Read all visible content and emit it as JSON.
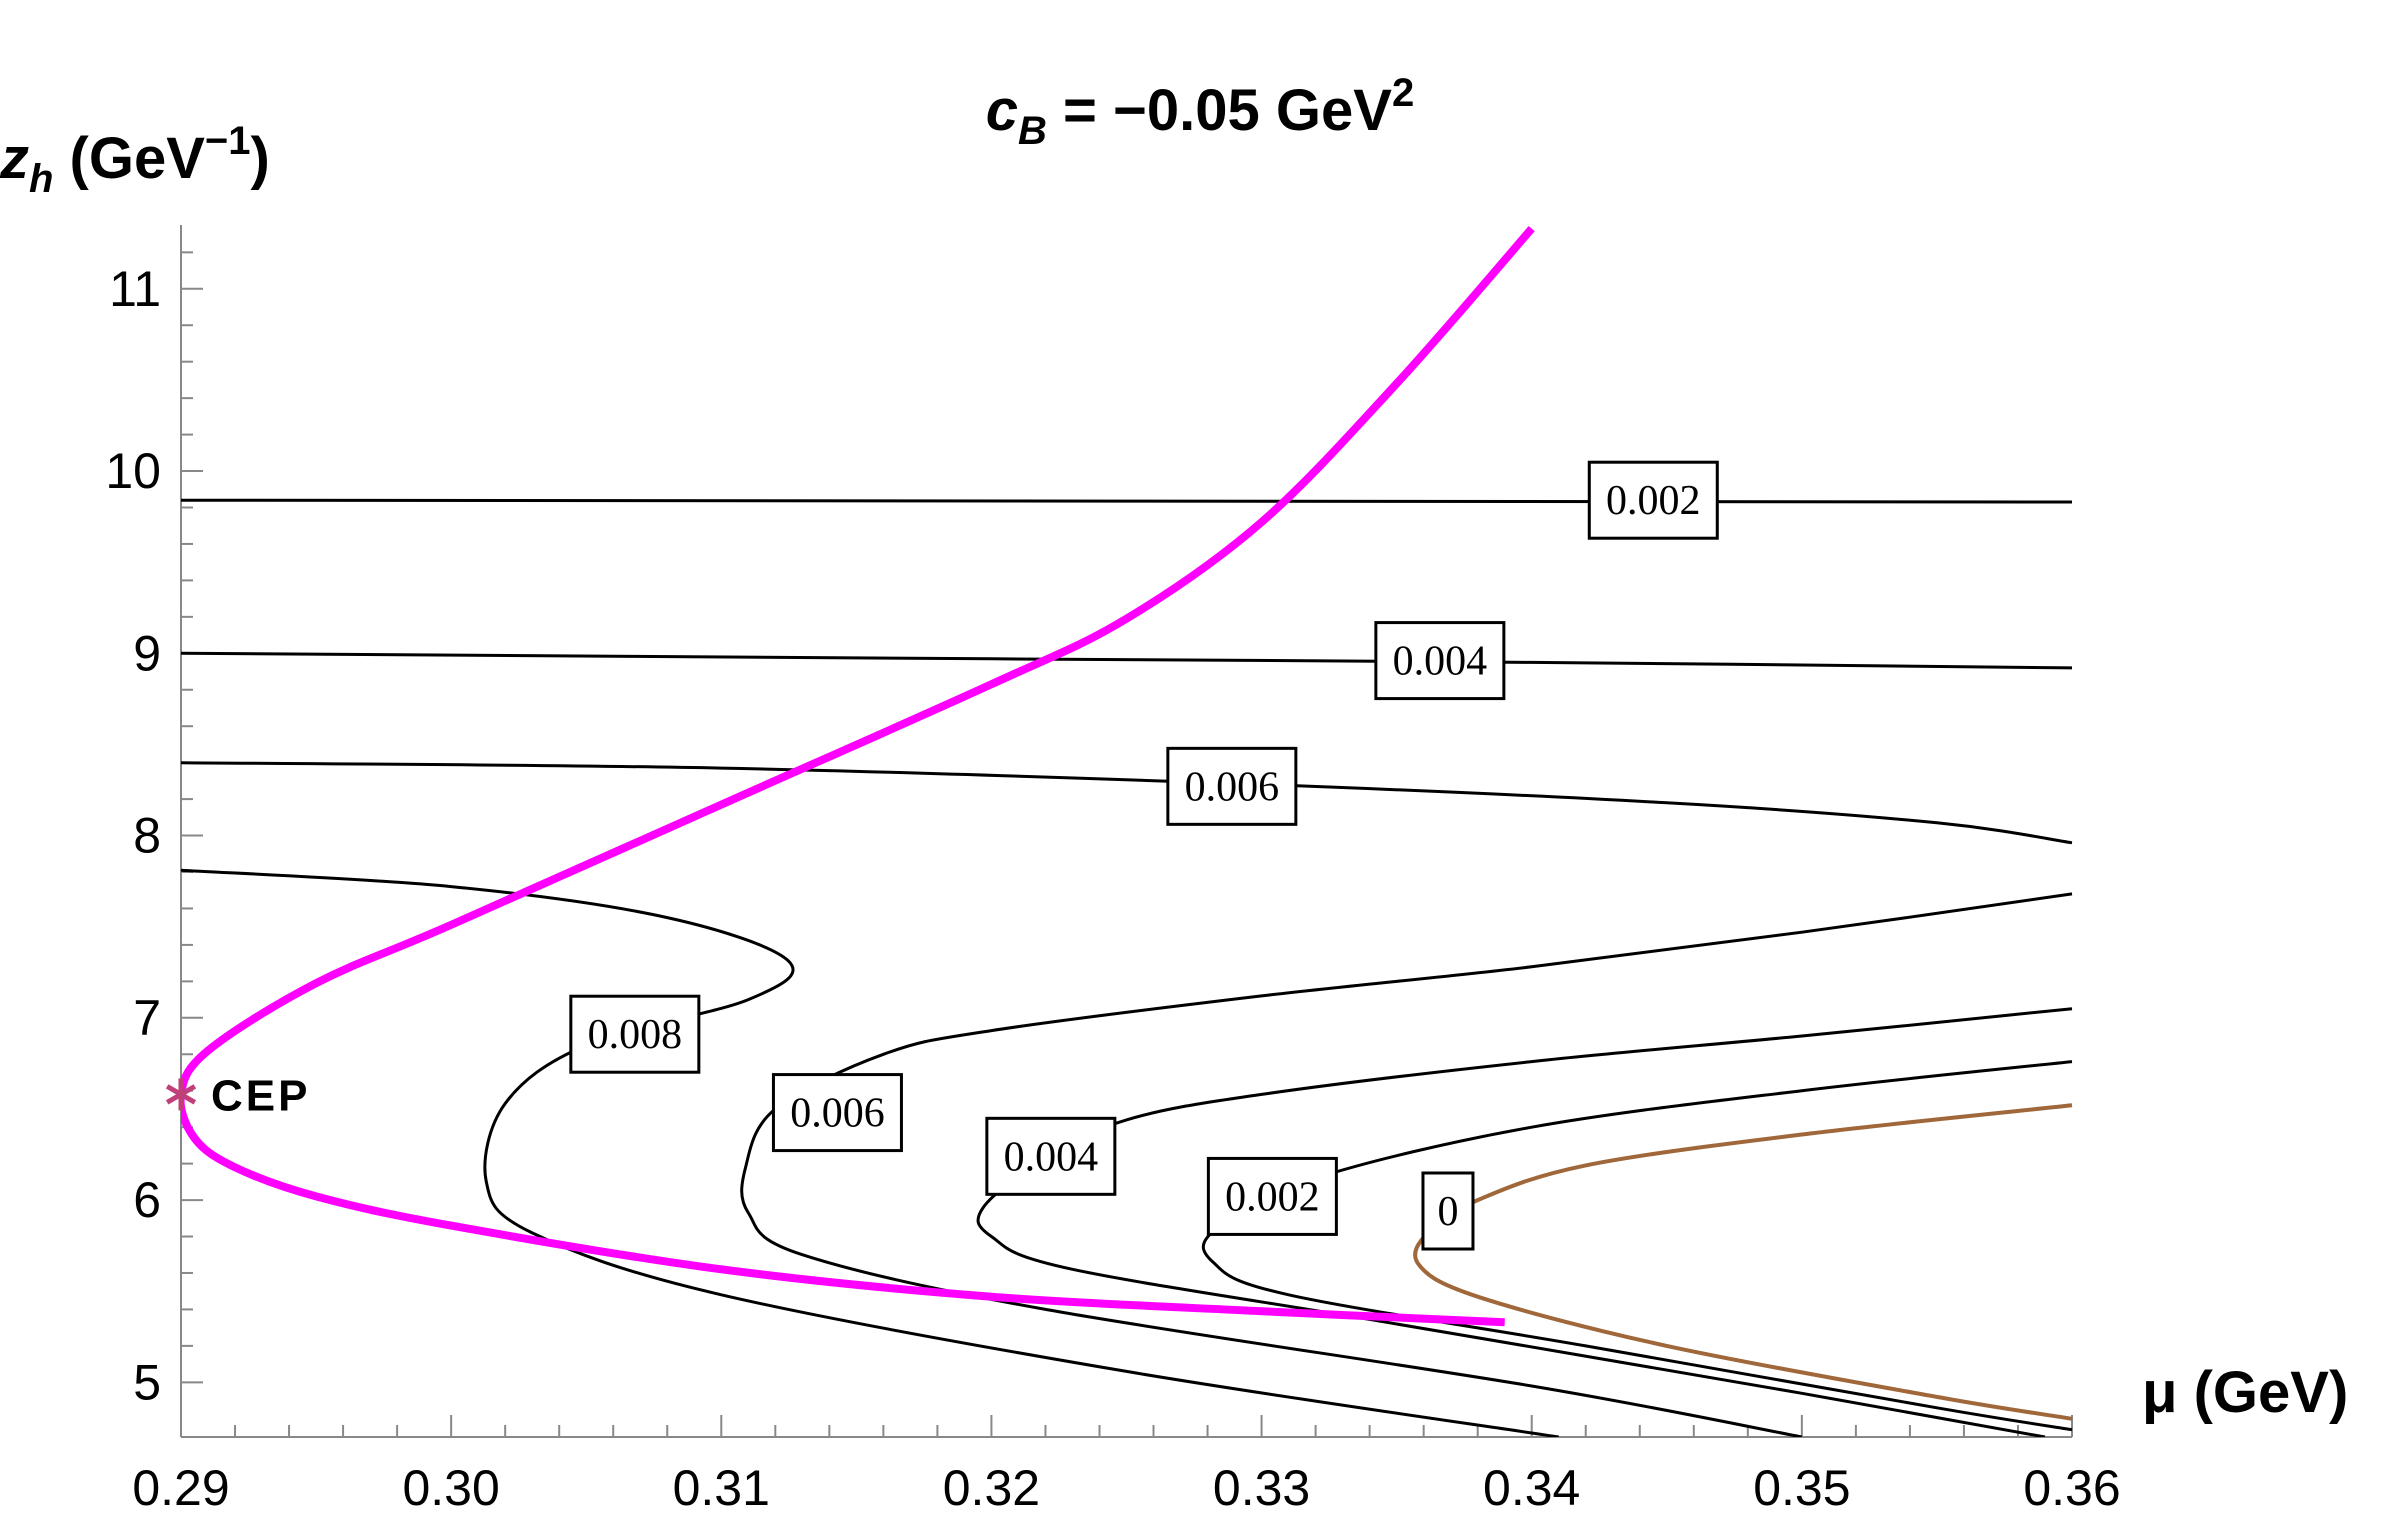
{
  "chart_data": {
    "type": "line",
    "title_parts": {
      "c": "c",
      "sub": "B",
      "eq": " = −0.05  GeV",
      "sup": "2"
    },
    "ylabel_parts": {
      "z": "z",
      "sub": "h",
      "unit": " (GeV",
      "sup": "−1",
      "close": ")"
    },
    "xlabel": "μ (GeV)",
    "xlim": [
      0.29,
      0.36
    ],
    "ylim": [
      4.7,
      11.35
    ],
    "xticks": [
      "0.29",
      "0.30",
      "0.31",
      "0.32",
      "0.33",
      "0.34",
      "0.35",
      "0.36"
    ],
    "yticks": [
      "5",
      "6",
      "7",
      "8",
      "9",
      "10",
      "11"
    ],
    "colors": {
      "phase_line": "#ff00ff",
      "zero_contour": "#a0683a",
      "contour": "#000000",
      "cep": "#c0407a"
    },
    "cep": {
      "label": "CEP",
      "x": 0.29,
      "y": 6.58
    },
    "phase_line": [
      [
        0.339,
        5.33
      ],
      [
        0.33,
        5.39
      ],
      [
        0.32,
        5.47
      ],
      [
        0.31,
        5.62
      ],
      [
        0.3,
        5.86
      ],
      [
        0.295,
        6.02
      ],
      [
        0.292,
        6.18
      ],
      [
        0.2905,
        6.34
      ],
      [
        0.29,
        6.58
      ],
      [
        0.291,
        6.82
      ],
      [
        0.295,
        7.19
      ],
      [
        0.3,
        7.51
      ],
      [
        0.31,
        8.17
      ],
      [
        0.32,
        8.83
      ],
      [
        0.325,
        9.19
      ],
      [
        0.33,
        9.72
      ],
      [
        0.335,
        10.48
      ],
      [
        0.34,
        11.33
      ]
    ],
    "series": [
      {
        "name": "0.002",
        "points": [
          [
            0.29,
            9.84
          ],
          [
            0.36,
            9.83
          ]
        ]
      },
      {
        "name": "0.004",
        "points": [
          [
            0.29,
            9.0
          ],
          [
            0.32,
            8.97
          ],
          [
            0.34,
            8.95
          ],
          [
            0.36,
            8.92
          ]
        ]
      },
      {
        "name": "0.006",
        "points": [
          [
            0.29,
            8.4
          ],
          [
            0.31,
            8.37
          ],
          [
            0.33,
            8.28
          ],
          [
            0.345,
            8.18
          ],
          [
            0.355,
            8.07
          ],
          [
            0.36,
            7.96
          ]
        ]
      },
      {
        "name": "0.008",
        "points": [
          [
            0.29,
            7.81
          ],
          [
            0.3,
            7.72
          ],
          [
            0.308,
            7.55
          ],
          [
            0.3125,
            7.31
          ],
          [
            0.311,
            7.1
          ],
          [
            0.305,
            6.85
          ],
          [
            0.302,
            6.53
          ],
          [
            0.3013,
            6.1
          ],
          [
            0.303,
            5.82
          ],
          [
            0.31,
            5.48
          ],
          [
            0.325,
            5.06
          ],
          [
            0.341,
            4.7
          ]
        ]
      },
      {
        "name": "0.006",
        "points": [
          [
            0.36,
            7.68
          ],
          [
            0.35,
            7.47
          ],
          [
            0.34,
            7.28
          ],
          [
            0.33,
            7.12
          ],
          [
            0.32,
            6.93
          ],
          [
            0.316,
            6.8
          ],
          [
            0.312,
            6.5
          ],
          [
            0.3109,
            6.18
          ],
          [
            0.311,
            5.93
          ],
          [
            0.313,
            5.7
          ],
          [
            0.322,
            5.4
          ],
          [
            0.34,
            4.98
          ],
          [
            0.35,
            4.7
          ]
        ]
      },
      {
        "name": "0.004",
        "points": [
          [
            0.36,
            7.05
          ],
          [
            0.35,
            6.9
          ],
          [
            0.34,
            6.76
          ],
          [
            0.33,
            6.58
          ],
          [
            0.325,
            6.44
          ],
          [
            0.322,
            6.23
          ],
          [
            0.3197,
            5.96
          ],
          [
            0.32,
            5.8
          ],
          [
            0.323,
            5.62
          ],
          [
            0.335,
            5.32
          ],
          [
            0.35,
            4.94
          ],
          [
            0.359,
            4.7
          ]
        ]
      },
      {
        "name": "0.002",
        "points": [
          [
            0.36,
            6.76
          ],
          [
            0.35,
            6.6
          ],
          [
            0.34,
            6.4
          ],
          [
            0.332,
            6.12
          ],
          [
            0.3283,
            5.84
          ],
          [
            0.3282,
            5.66
          ],
          [
            0.331,
            5.48
          ],
          [
            0.342,
            5.2
          ],
          [
            0.355,
            4.86
          ],
          [
            0.36,
            4.74
          ]
        ]
      },
      {
        "name": "0",
        "points": [
          [
            0.36,
            6.52
          ],
          [
            0.35,
            6.36
          ],
          [
            0.342,
            6.19
          ],
          [
            0.338,
            6.0
          ],
          [
            0.3362,
            5.83
          ],
          [
            0.3358,
            5.65
          ],
          [
            0.338,
            5.47
          ],
          [
            0.345,
            5.2
          ],
          [
            0.355,
            4.92
          ],
          [
            0.36,
            4.8
          ]
        ]
      }
    ],
    "labels": [
      {
        "text": "0.002",
        "x": 0.3445,
        "y": 9.84
      },
      {
        "text": "0.004",
        "x": 0.3366,
        "y": 8.96
      },
      {
        "text": "0.006",
        "x": 0.3289,
        "y": 8.27
      },
      {
        "text": "0.008",
        "x": 0.3068,
        "y": 6.91
      },
      {
        "text": "0.006",
        "x": 0.3143,
        "y": 6.48
      },
      {
        "text": "0.004",
        "x": 0.3222,
        "y": 6.24
      },
      {
        "text": "0.002",
        "x": 0.3304,
        "y": 6.02
      },
      {
        "text": "0",
        "x": 0.3369,
        "y": 5.94
      }
    ]
  }
}
